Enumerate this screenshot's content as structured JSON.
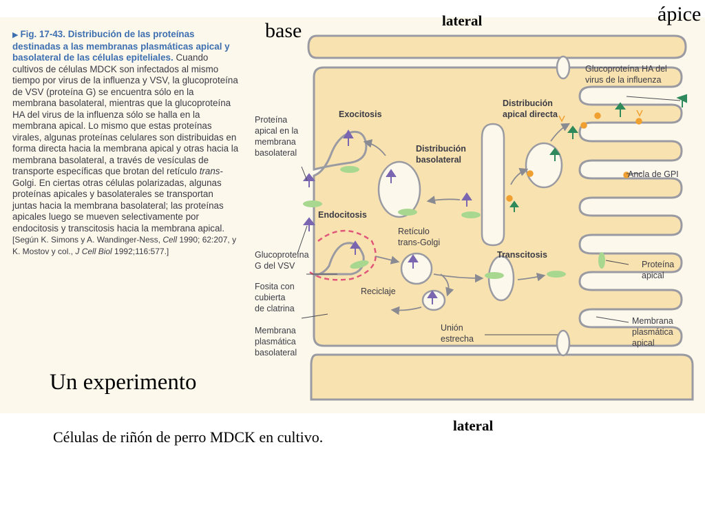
{
  "caption": {
    "fig_label": "Fig. 17-43.",
    "fig_title": "Distribución de las proteínas destinadas a las membranas plasmáticas apical y basolateral de las células epiteliales.",
    "body_1": "Cuando cultivos de células MDCK son infectados al mismo tiempo por virus de la influenza y VSV, la glucoproteína de VSV (proteína G) se encuentra sólo en la membrana basolateral, mientras que la glucoproteína HA del virus de la influenza sólo se halla en la membrana apical. Lo mismo que estas proteínas virales, algunas proteínas celulares son distribuidas en forma directa hacia la membrana apical y otras hacia la membrana basolateral, a través de vesículas de transporte específicas que brotan del retículo ",
    "body_trans": "trans",
    "body_2": "-Golgi. En ciertas otras células polarizadas, algunas proteínas apicales y basolaterales se transportan juntas hacia la membrana basolateral; las proteínas apicales luego se mueven selectivamente por endocitosis y transcitosis hacia la membrana apical.",
    "ref_1": "[Según K. Simons y A. Wandinger-Ness, ",
    "ref_cell": "Cell",
    "ref_2": " 1990; 62:207, y K. Mostov y col., ",
    "ref_jcb": "J Cell Biol",
    "ref_3": " 1992;116:577.]"
  },
  "overlay": {
    "lateral_top": "lateral",
    "base": "base",
    "apice": "ápice",
    "experiment_title": "Un experimento",
    "lateral_bottom": "lateral",
    "subtitle": "Células de riñón de perro MDCK en cultivo."
  },
  "diagram": {
    "labels": {
      "ha_1": "Glucoproteína HA del",
      "ha_2": "virus de la influenza",
      "dir_apical_1": "Distribución",
      "dir_apical_2": "apical directa",
      "exocitosis": "Exocitosis",
      "prot_basolat_1": "Proteína",
      "prot_basolat_2": "apical en la",
      "prot_basolat_3": "membrana",
      "prot_basolat_4": "basolateral",
      "dist_basolat_1": "Distribución",
      "dist_basolat_2": "basolateral",
      "ancla_gpi": "Ancla de GPI",
      "endocitosis": "Endocitosis",
      "reticulo_1": "Retículo",
      "reticulo_2": "trans-Golgi",
      "vsv_1": "Glucoproteína",
      "vsv_2": "G del VSV",
      "transcitosis": "Transcitosis",
      "prot_apical_1": "Proteína",
      "prot_apical_2": "apical",
      "fosita_1": "Fosita con",
      "fosita_2": "cubierta",
      "fosita_3": "de clatrina",
      "reciclaje": "Reciclaje",
      "union_1": "Unión",
      "union_2": "estrecha",
      "memb_apical_1": "Membrana",
      "memb_apical_2": "plasmática",
      "memb_apical_3": "apical",
      "memb_basolat_1": "Membrana",
      "memb_basolat_2": "plasmática",
      "memb_basolat_3": "basolateral"
    },
    "colors": {
      "cell_fill": "#f8e2b0",
      "membrane": "#9a9aa2",
      "ha_protein": "#2e8a5a",
      "vsv_protein": "#7a66b0",
      "gpi_anchor": "#f0a030",
      "apical_protein": "#a8d890",
      "clathrin": "#e0557a"
    }
  }
}
